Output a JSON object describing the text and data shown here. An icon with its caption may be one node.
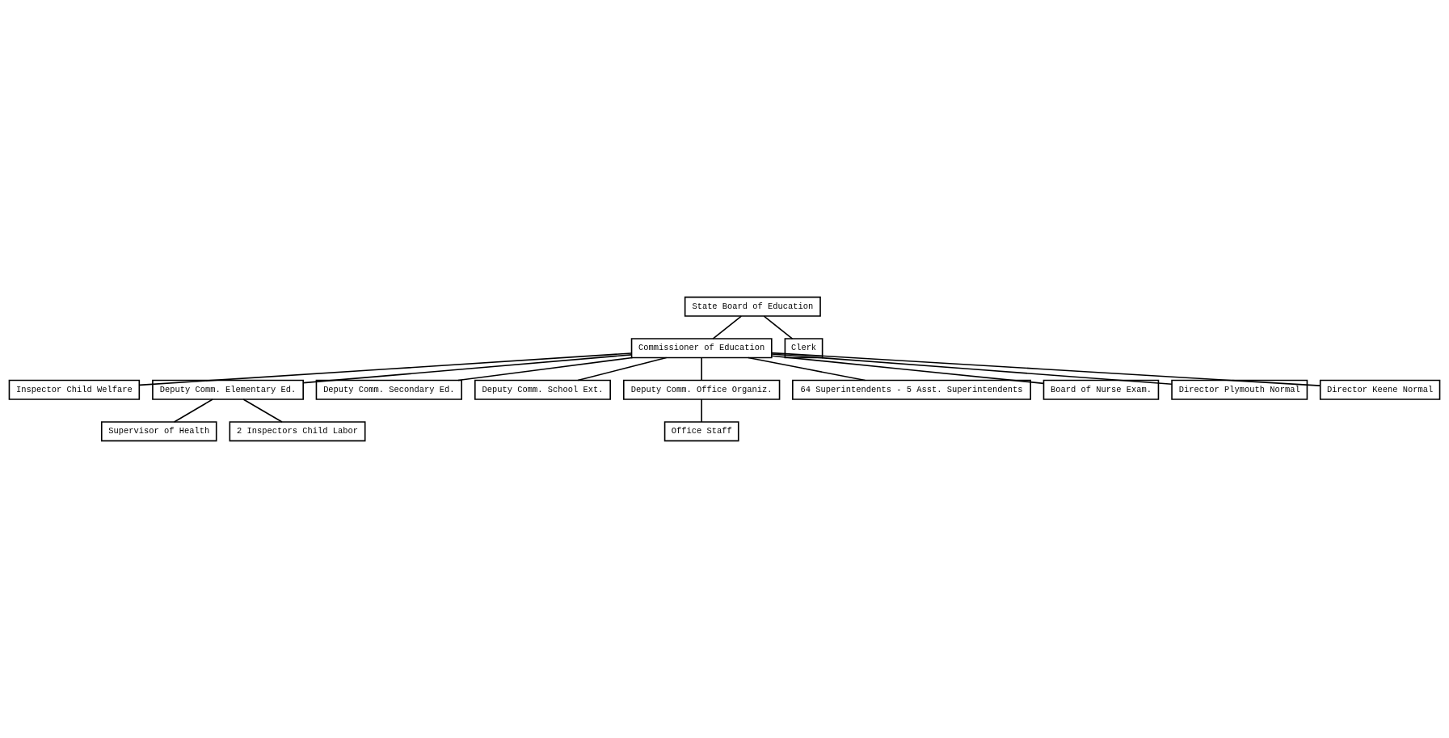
{
  "diagram": {
    "nodes": [
      {
        "text": [
          "State Board of Education"
        ]
      },
      {
        "text": [
          "Commissioner of Education"
        ]
      },
      {
        "text": [
          "Clerk"
        ]
      },
      {
        "text": [
          "Inspector Child Welfare"
        ]
      },
      {
        "text": [
          "Deputy Comm. Elementary Ed."
        ]
      },
      {
        "text": [
          "Deputy Comm. Secondary Ed."
        ]
      },
      {
        "text": [
          "Deputy Comm. School Ext."
        ]
      },
      {
        "text": [
          "Deputy Comm. Office Organiz."
        ]
      },
      {
        "text": [
          "64 Superintendents - 5 Asst. Superintendents"
        ]
      },
      {
        "text": [
          "Supervisor of Health"
        ]
      },
      {
        "text": [
          "2 Inspectors Child Labor"
        ]
      },
      {
        "text": [
          "Office Staff"
        ]
      },
      {
        "text": [
          "Board of Nurse Exam."
        ]
      },
      {
        "text": [
          "Director Plymouth Normal"
        ]
      },
      {
        "text": [
          "Director Keene Normal"
        ]
      }
    ],
    "edges": [
      {
        "from": 0,
        "to": 1,
        "arrow": "none"
      },
      {
        "from": 0,
        "to": 2,
        "arrow": "none"
      },
      {
        "from": 1,
        "to": 3,
        "arrow": "none"
      },
      {
        "from": 1,
        "to": 4,
        "arrow": "none"
      },
      {
        "from": 1,
        "to": 5,
        "arrow": "none"
      },
      {
        "from": 1,
        "to": 8,
        "arrow": "none"
      },
      {
        "from": 1,
        "to": 6,
        "arrow": "none"
      },
      {
        "from": 1,
        "to": 7,
        "arrow": "none"
      },
      {
        "from": 1,
        "to": 12,
        "arrow": "none"
      },
      {
        "from": 1,
        "to": 13,
        "arrow": "none"
      },
      {
        "from": 1,
        "to": 14,
        "arrow": "none"
      },
      {
        "from": 4,
        "to": 9,
        "arrow": "none"
      },
      {
        "from": 4,
        "to": 10,
        "arrow": "none"
      },
      {
        "from": 7,
        "to": 11,
        "arrow": "none"
      }
    ]
  }
}
